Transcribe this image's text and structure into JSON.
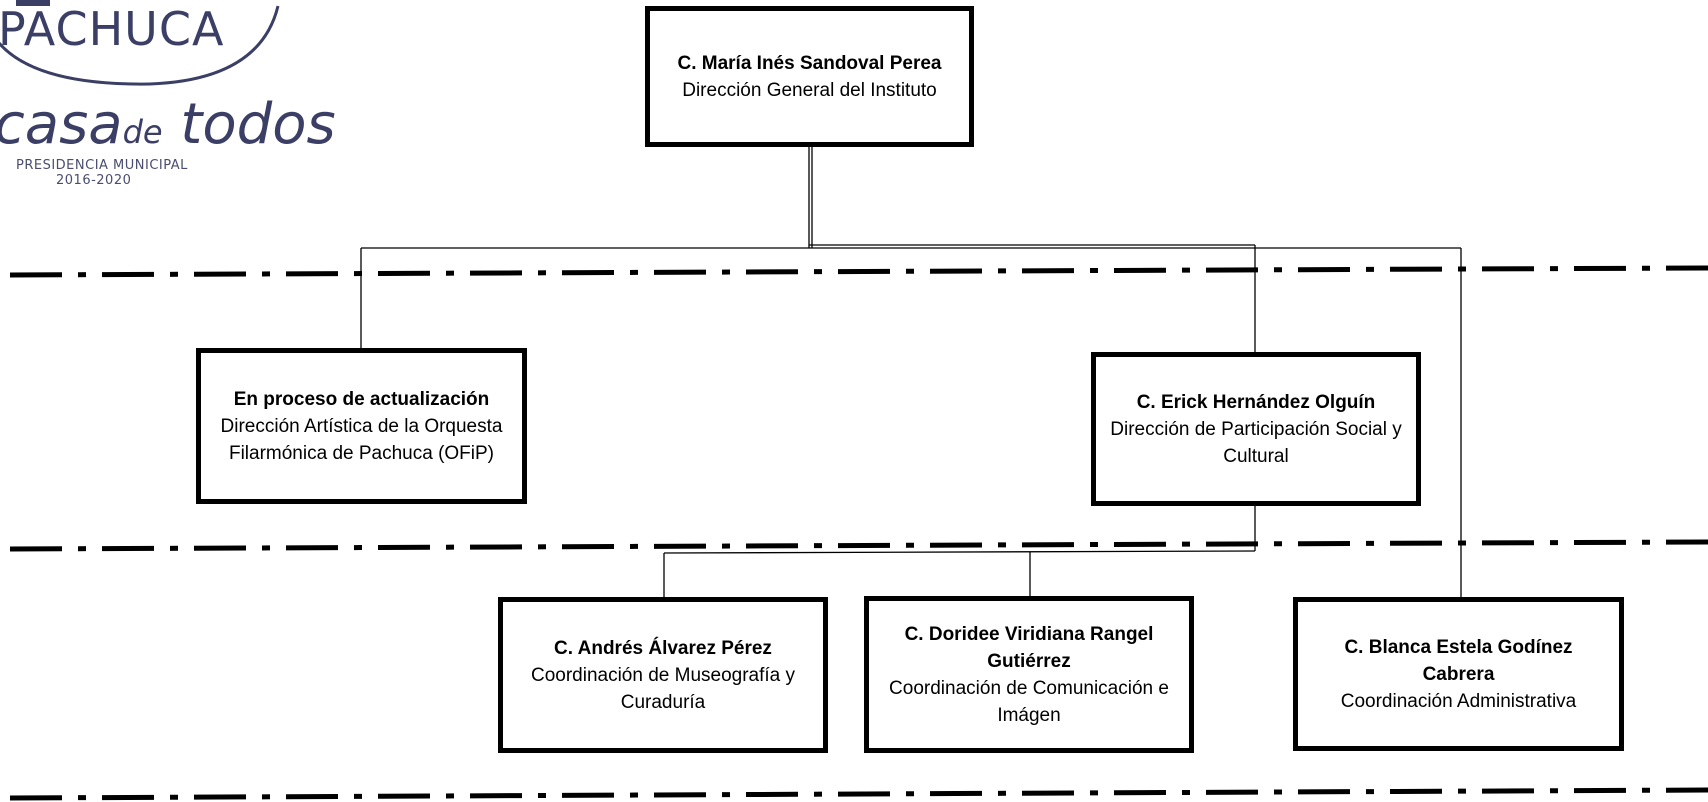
{
  "logo": {
    "city": "PACHUCA",
    "motto_start": "casa",
    "motto_mid": "de",
    "motto_end": "todos",
    "sub1": "PRESIDENCIA MUNICIPAL",
    "sub2": "2016-2020",
    "color": "#3b3f66"
  },
  "org": {
    "director": {
      "name": "C. María Inés Sandoval Perea",
      "role": "Dirección General del Instituto"
    },
    "ofip": {
      "name": "En proceso de actualización",
      "role": "Dirección Artística de la Orquesta",
      "extra": "Filarmónica de Pachuca (OFiP)"
    },
    "participacion": {
      "name": "C. Erick Hernández Olguín",
      "role": "Dirección de Participación Social y Cultural"
    },
    "museografia": {
      "name": "C. Andrés Álvarez Pérez",
      "role": "Coordinación de Museografía y Curaduría"
    },
    "comunicacion": {
      "name": "C. Doridee Viridiana Rangel Gutiérrez",
      "role": "Coordinación de Comunicación e Imágen"
    },
    "administrativa": {
      "name": "C. Blanca Estela Godínez Cabrera",
      "role": "Coordinación Administrativa"
    }
  },
  "colors": {
    "box_border": "#000000",
    "connector": "#000000",
    "divider": "#000000"
  }
}
